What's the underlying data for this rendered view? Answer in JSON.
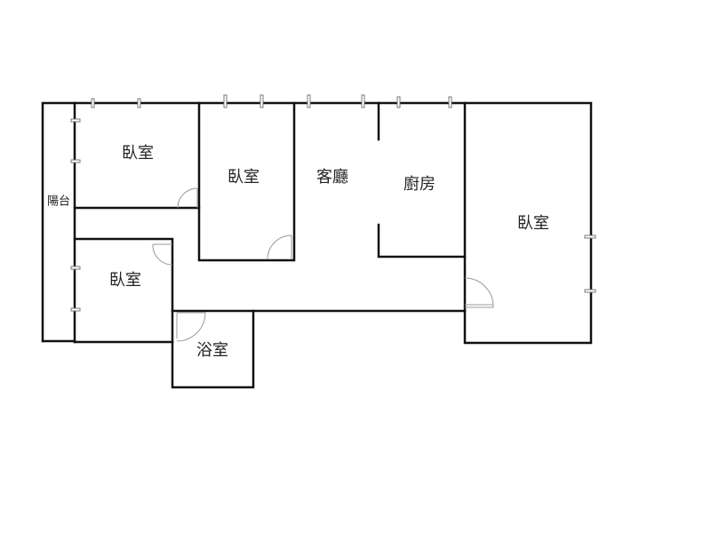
{
  "rooms": {
    "bedroom_top_left": "臥室",
    "bedroom_middle": "臥室",
    "living_room": "客廳",
    "kitchen": "廚房",
    "bedroom_right": "臥室",
    "bedroom_bottom_left": "臥室",
    "bathroom": "浴室",
    "balcony": "陽台"
  }
}
